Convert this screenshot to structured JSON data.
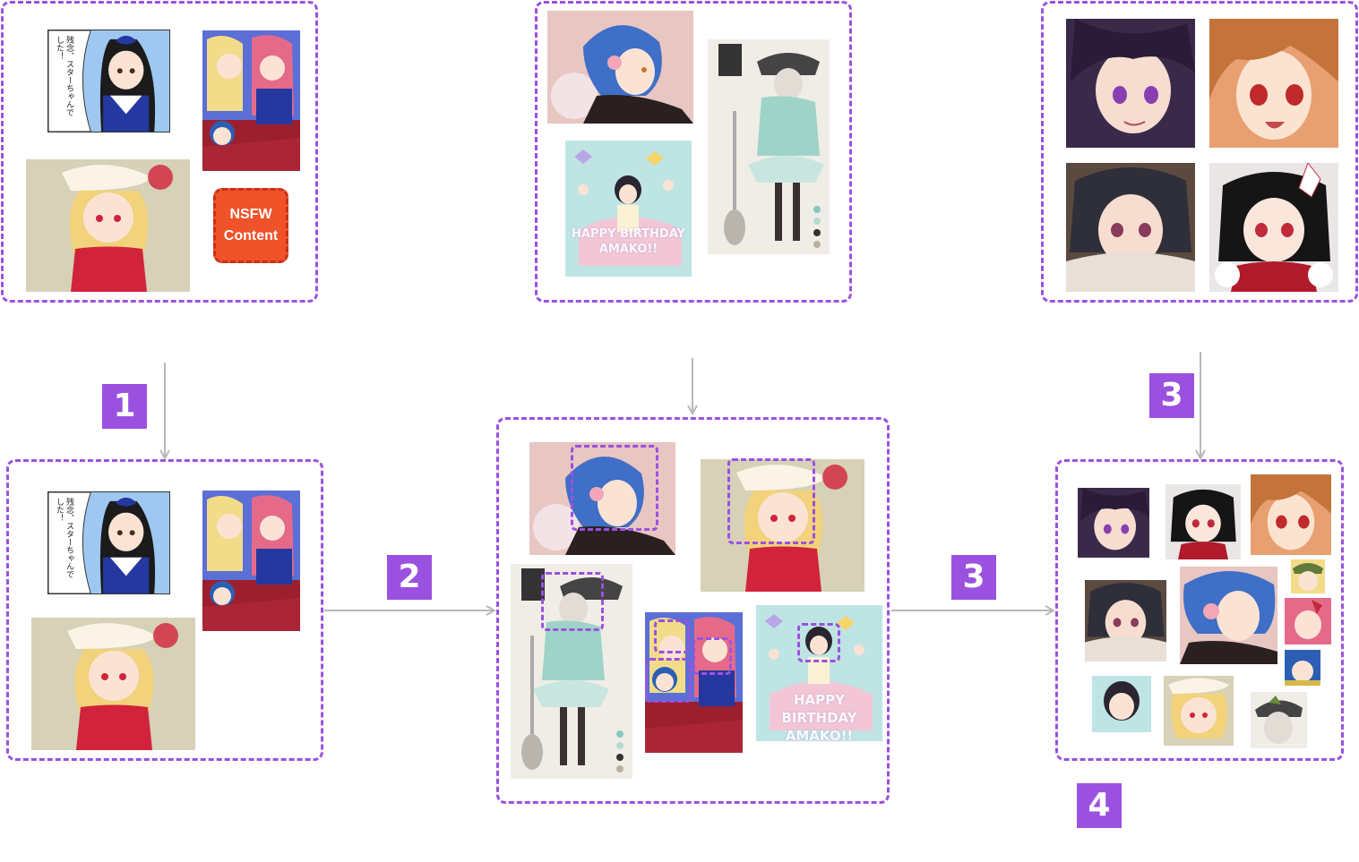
{
  "steps": {
    "one": "1",
    "two": "2",
    "three_right": "3",
    "three_mid": "3",
    "four": "4"
  },
  "nsfw_tag": {
    "line1": "NSFW",
    "line2": "Content"
  },
  "image_text": {
    "manga_bubble": "残念、スターちゃんでした！",
    "manga_bubble_2": "残念、スターちゃんでした！",
    "poster_line1": "HAPPY BIRTHDAY",
    "poster_line2": "AMAKO!!",
    "poster_line1_b": "HAPPY BIRTHDAY",
    "poster_line2_b": "AMAKO!!"
  },
  "colors": {
    "accent": "#9b51e0",
    "arrow": "#b8b8b8",
    "nsfw": "#f0522a"
  },
  "icons": [
    "down-arrow-icon",
    "right-arrow-icon"
  ]
}
